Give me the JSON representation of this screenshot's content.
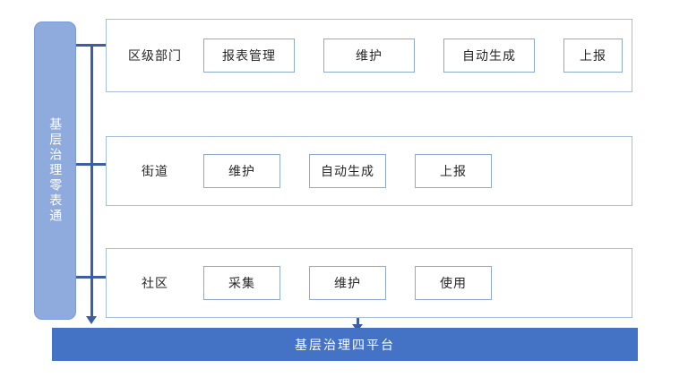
{
  "pillar": {
    "label": "基层治理零表通"
  },
  "levels": [
    {
      "title": "区级部门",
      "nodes": [
        "报表管理",
        "维护",
        "自动生成",
        "上报"
      ]
    },
    {
      "title": "街道",
      "nodes": [
        "维护",
        "自动生成",
        "上报"
      ]
    },
    {
      "title": "社区",
      "nodes": [
        "采集",
        "维护",
        "使用"
      ]
    }
  ],
  "platform": {
    "label": "基层治理四平台"
  },
  "colors": {
    "pillar_fill": "#8FAADC",
    "platform_fill": "#4472C4",
    "connector": "#3B5EA6",
    "row_border": "#A8BEDE",
    "node_border": "#8EA9D2"
  }
}
